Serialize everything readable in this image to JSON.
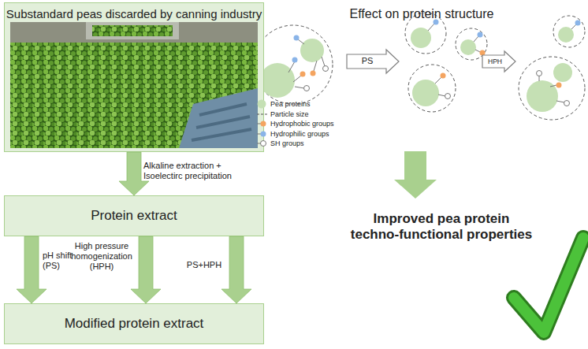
{
  "diagram": {
    "nodes": [
      {
        "text": [
          "Substandard peas discarded by canning industry"
        ]
      },
      {
        "text": [
          "Protein extract"
        ]
      },
      {
        "text": [
          "Modified protein extract"
        ]
      }
    ],
    "edges": [
      {
        "from": 0,
        "to": 1,
        "arrow": "to",
        "label": "Alkaline extraction + Isoelectirc precipitation"
      },
      {
        "from": 1,
        "to": 2,
        "arrow": "to",
        "label": "pH shift (PS)"
      },
      {
        "from": 1,
        "to": 2,
        "arrow": "to",
        "label": "High pressure homogenization (HPH)"
      },
      {
        "from": 1,
        "to": 2,
        "arrow": "to",
        "label": "PS+HPH"
      }
    ],
    "labels": [
      "Effect on protein structure",
      "PS",
      "HPH",
      "Improved pea protein techno-functional properties"
    ],
    "legend": [
      {
        "text": "Pea proteins",
        "color": "#c5e0b4"
      },
      {
        "text": "Particle size"
      },
      {
        "text": "Hydrophobic groups",
        "color": "#f4a460"
      },
      {
        "text": "Hydrophilic groups",
        "color": "#8ab4e8"
      },
      {
        "text": "SH groups"
      }
    ]
  }
}
